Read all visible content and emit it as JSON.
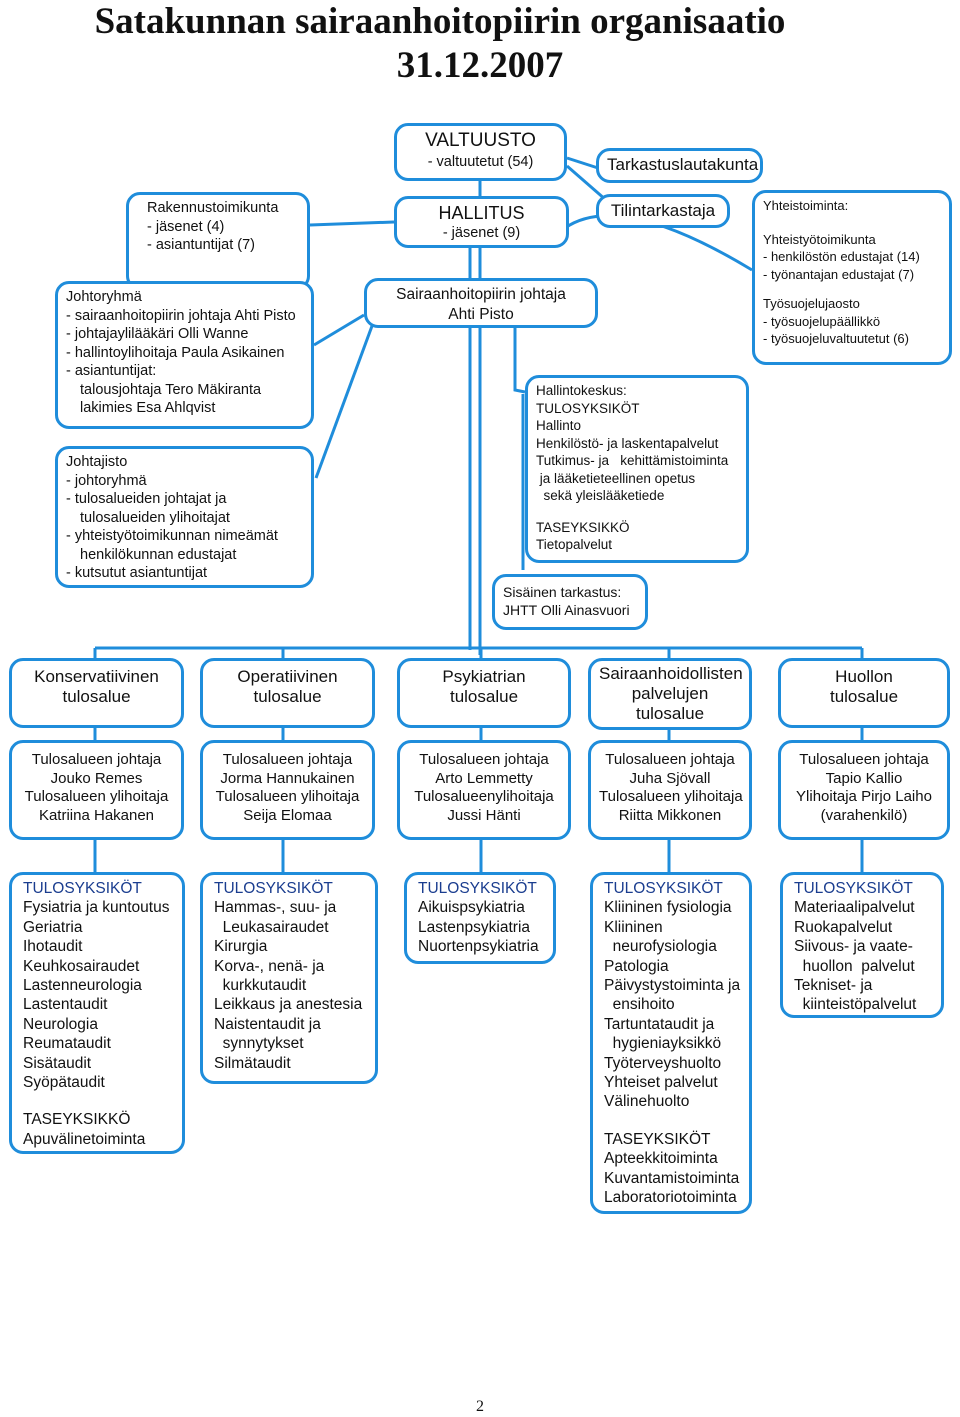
{
  "title": {
    "line1": "Satakunnan sairaanhoitopiirin organisaatio",
    "line2": "31.12.2007"
  },
  "valtuusto": {
    "name": "VALTUUSTO",
    "detail": "- valtuutetut (54)"
  },
  "tarkastuslautakunta": "Tarkastuslautakunta",
  "hallitus": {
    "name": "HALLITUS",
    "detail": "- jäsenet (9)"
  },
  "tilintarkastaja": "Tilintarkastaja",
  "rakennustoimikunta": {
    "name": "Rakennustoimikunta",
    "lines": [
      "- jäsenet (4)",
      "- asiantuntijat (7)"
    ]
  },
  "yhteistoiminta": {
    "title": "Yhteistoiminta:",
    "group1_title": "Yhteistyötoimikunta",
    "group1_lines": [
      "- henkilöstön edustajat  (14)",
      "- työnantajan edustajat (7)"
    ],
    "group2_title": "Työsuojelujaosto",
    "group2_lines": [
      "- työsuojelupäällikkö",
      "- työsuojeluvaltuutetut (6)"
    ]
  },
  "johtaja": {
    "line1": "Sairaanhoitopiirin johtaja",
    "line2": "Ahti Pisto"
  },
  "johtoryhma": {
    "title": "Johtoryhmä",
    "lines": [
      "- sairaanhoitopiirin johtaja Ahti Pisto",
      "- johtajaylilääkäri Olli Wanne",
      "- hallintoylihoitaja Paula Asikainen",
      "- asiantuntijat:",
      "talousjohtaja Tero Mäkiranta",
      "lakimies Esa Ahlqvist"
    ]
  },
  "johtajisto": {
    "title": "Johtajisto",
    "lines": [
      "- johtoryhmä",
      "- tulosalueiden johtajat ja",
      "tulosalueiden ylihoitajat",
      "- yhteistyötoimikunnan nimeämät",
      "henkilökunnan edustajat",
      "- kutsutut asiantuntijat"
    ]
  },
  "hallintokeskus": {
    "title": "Hallintokeskus:",
    "tulos_head": "TULOSYKSIKÖT",
    "tulos_lines": [
      "Hallinto",
      "Henkilöstö- ja laskentapalvelut",
      "Tutkimus- ja   kehittämistoiminta",
      " ja lääketieteellinen opetus",
      "  sekä yleislääketiede"
    ],
    "tase_head": "TASEYKSIKKÖ",
    "tase_lines": [
      "Tietopalvelut"
    ]
  },
  "sisainen": {
    "line1": "Sisäinen tarkastus:",
    "line2": "JHTT Olli Ainasvuori"
  },
  "areas": [
    {
      "name_lines": [
        "Konservatiivinen",
        "tulosalue"
      ],
      "leaders": [
        "Tulosalueen johtaja",
        "Jouko Remes",
        "Tulosalueen ylihoitaja",
        "Katriina Hakanen"
      ],
      "units_head": "TULOSYKSIKÖT",
      "units": [
        "Fysiatria ja kuntoutus",
        "Geriatria",
        "Ihotaudit",
        "Keuhkosairaudet",
        "Lastenneurologia",
        "Lastentaudit",
        "Neurologia",
        "Reumataudit",
        "Sisätaudit",
        "Syöpätaudit"
      ],
      "tase_head": "TASEYKSIKKÖ",
      "tase_units": [
        "Apuvälinetoiminta"
      ]
    },
    {
      "name_lines": [
        "Operatiivinen",
        "tulosalue"
      ],
      "leaders": [
        "Tulosalueen johtaja",
        "Jorma Hannukainen",
        "Tulosalueen ylihoitaja",
        "Seija Elomaa"
      ],
      "units_head": "TULOSYKSIKÖT",
      "units": [
        "Hammas-, suu- ja",
        "  Leukasairaudet",
        "Kirurgia",
        "Korva-, nenä- ja",
        "  kurkkutaudit",
        "Leikkaus ja anestesia",
        "Naistentaudit ja",
        "  synnytykset",
        "Silmätaudit"
      ]
    },
    {
      "name_lines": [
        "Psykiatrian",
        "tulosalue"
      ],
      "leaders": [
        "Tulosalueen johtaja",
        "Arto Lemmetty",
        "Tulosalueenylihoitaja",
        "Jussi Hänti"
      ],
      "units_head": "TULOSYKSIKÖT",
      "units": [
        "Aikuispsykiatria",
        "Lastenpsykiatria",
        "Nuortenpsykiatria"
      ]
    },
    {
      "name_lines": [
        "Sairaanhoidollisten",
        "palvelujen",
        "tulosalue"
      ],
      "leaders": [
        "Tulosalueen johtaja",
        "Juha Sjövall",
        "Tulosalueen ylihoitaja",
        "Riitta Mikkonen"
      ],
      "units_head": "TULOSYKSIKÖT",
      "units": [
        "Kliininen fysiologia",
        "Kliininen",
        "  neurofysiologia",
        "Patologia",
        "Päivystystoiminta ja",
        "  ensihoito",
        "Tartuntataudit ja",
        "  hygieniayksikkö",
        "Työterveyshuolto",
        "Yhteiset palvelut",
        "Välinehuolto"
      ],
      "tase_head": "TASEYKSIKÖT",
      "tase_units": [
        "Apteekkitoiminta",
        "Kuvantamistoiminta",
        "Laboratoriotoiminta"
      ]
    },
    {
      "name_lines": [
        "Huollon",
        "tulosalue"
      ],
      "leaders": [
        "Tulosalueen johtaja",
        "Tapio Kallio",
        "Ylihoitaja Pirjo Laiho",
        "(varahenkilö)"
      ],
      "units_head": "TULOSYKSIKÖT",
      "units": [
        "Materiaalipalvelut",
        "Ruokapalvelut",
        "Siivous- ja vaate-",
        "  huollon  palvelut",
        "Tekniset- ja",
        "  kiinteistöpalvelut"
      ]
    }
  ],
  "page_number": "2",
  "colors": {
    "border": "#1f8ddb",
    "heading": "#1a3d8f"
  }
}
